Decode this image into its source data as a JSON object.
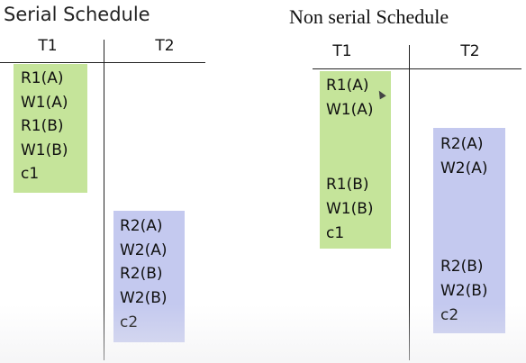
{
  "serial": {
    "title": "Serial Schedule",
    "t1_header": "T1",
    "t2_header": "T2",
    "t1_ops": [
      "R1(A)",
      "W1(A)",
      "R1(B)",
      "W1(B)",
      "c1"
    ],
    "t2_ops": [
      "R2(A)",
      "W2(A)",
      "R2(B)",
      "W2(B)",
      "c2"
    ]
  },
  "nonserial": {
    "title": "Non serial Schedule",
    "t1_header": "T1",
    "t2_header": "T2",
    "t1_ops": [
      "R1(A)",
      "W1(A)",
      "R1(B)",
      "W1(B)",
      "c1"
    ],
    "t2_ops": [
      "R2(A)",
      "W2(A)",
      "R2(B)",
      "W2(B)",
      "c2"
    ]
  },
  "colors": {
    "t1_block": "#c5e49a",
    "t2_block": "#c4c9ef"
  }
}
